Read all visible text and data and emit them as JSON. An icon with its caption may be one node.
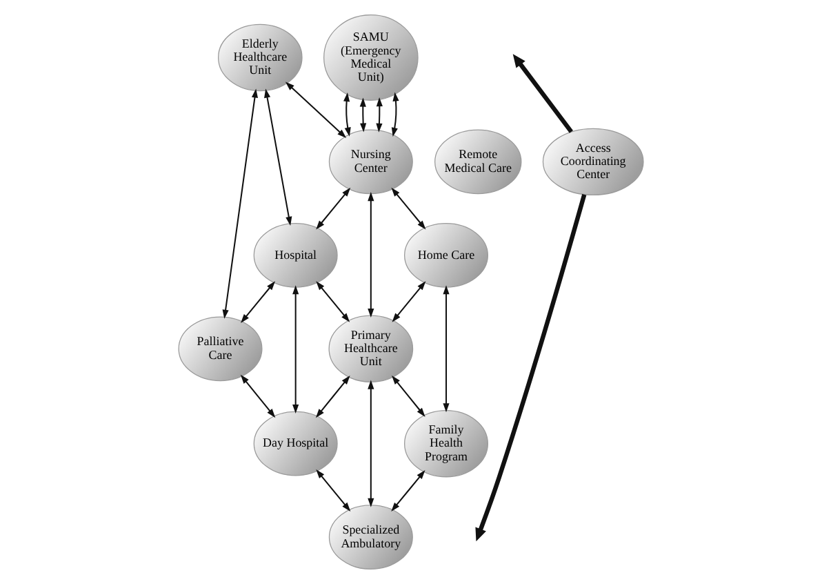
{
  "diagram": {
    "nodes": [
      {
        "text": [
          "Elderly Healthcare Unit"
        ]
      },
      {
        "text": [
          "Hospital"
        ]
      },
      {
        "text": [
          "Palliative Care"
        ]
      },
      {
        "text": [
          "SAMU (Emergency Medical Unit)"
        ]
      },
      {
        "text": [
          "Nursing Center"
        ]
      },
      {
        "text": [
          "Day Hospital"
        ]
      },
      {
        "text": [
          "Primary Healthcare Unit"
        ]
      },
      {
        "text": [
          "Remote Medical Care"
        ]
      },
      {
        "text": [
          "Specialized Ambulatory"
        ]
      },
      {
        "text": [
          "Home Care"
        ]
      },
      {
        "text": [
          "Family Health Program"
        ]
      },
      {
        "text": [
          "Access Coordinating Center"
        ]
      }
    ],
    "edges": [
      {
        "from": 0,
        "to": 2,
        "arrow": "both"
      },
      {
        "from": 0,
        "to": 1,
        "arrow": "both"
      },
      {
        "from": 1,
        "to": 2,
        "arrow": "both"
      },
      {
        "from": 0,
        "to": 4,
        "arrow": "both"
      },
      {
        "from": 4,
        "to": 1,
        "arrow": "both"
      },
      {
        "from": 1,
        "to": 6,
        "arrow": "both"
      },
      {
        "from": 1,
        "to": 5,
        "arrow": "both"
      },
      {
        "from": 2,
        "to": 5,
        "arrow": "both"
      },
      {
        "from": 3,
        "to": 4,
        "arrow": "both"
      },
      {
        "from": 3,
        "to": 4,
        "arrow": "both"
      },
      {
        "from": 3,
        "to": 4,
        "arrow": "both"
      },
      {
        "from": 3,
        "to": 4,
        "arrow": "both"
      },
      {
        "from": 4,
        "to": 6,
        "arrow": "both"
      },
      {
        "from": 6,
        "to": 5,
        "arrow": "both"
      },
      {
        "from": 5,
        "to": 8,
        "arrow": "both"
      },
      {
        "from": 6,
        "to": 8,
        "arrow": "both"
      },
      {
        "from": 4,
        "to": 9,
        "arrow": "both"
      },
      {
        "from": 9,
        "to": 6,
        "arrow": "both"
      },
      {
        "from": 6,
        "to": 10,
        "arrow": "both"
      },
      {
        "from": 9,
        "to": 10,
        "arrow": "both"
      },
      {
        "from": 10,
        "to": 8,
        "arrow": "both"
      },
      {
        "from": 11,
        "to": null,
        "arrow": "to",
        "style": "thick"
      },
      {
        "from": 11,
        "to": null,
        "arrow": "to",
        "style": "thick"
      }
    ]
  }
}
